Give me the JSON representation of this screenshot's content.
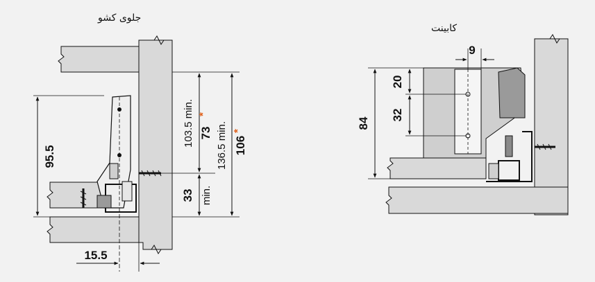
{
  "titles": {
    "drawer_front": "جلوی کشو",
    "cabinet": "کابینت"
  },
  "dimensions": {
    "d95_5": "95.5",
    "d15_5": "15.5",
    "d103_5": "103.5 min.",
    "d73": "73",
    "d136_5": "136.5 min.",
    "d106": "106",
    "d33": "33",
    "d33_min": "min.",
    "d9": "9",
    "d20": "20",
    "d32": "32",
    "d84": "84",
    "star": "*"
  },
  "colors": {
    "background": "#f2f2f2",
    "panel": "#d9d9d9",
    "panel_dark": "#bfbfbf",
    "line": "#111111",
    "accent_star": "#e0601a"
  }
}
